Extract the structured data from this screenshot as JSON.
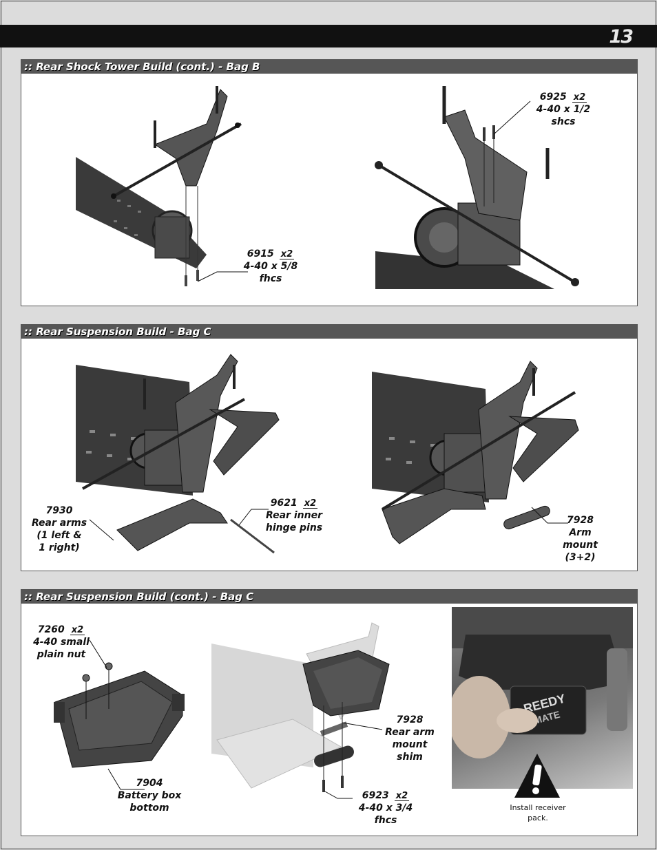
{
  "page_number": "13",
  "sections": [
    {
      "title": ":: Rear Shock Tower Build (cont.) - Bag B",
      "callouts": [
        {
          "part": "6915",
          "qty": "x2",
          "lines": [
            "4-40 x 5/8",
            "fhcs"
          ]
        },
        {
          "part": "6925",
          "qty": "x2",
          "lines": [
            "4-40 x 1/2",
            "shcs"
          ]
        }
      ]
    },
    {
      "title": ":: Rear Suspension Build - Bag C",
      "callouts": [
        {
          "part": "7930",
          "qty": "",
          "lines": [
            "Rear arms",
            "(1 left &",
            "1 right)"
          ]
        },
        {
          "part": "9621",
          "qty": "x2",
          "lines": [
            "Rear inner",
            "hinge pins"
          ]
        },
        {
          "part": "7928",
          "qty": "",
          "lines": [
            "Arm",
            "mount",
            "(3+2)"
          ]
        }
      ]
    },
    {
      "title": ":: Rear Suspension Build (cont.) - Bag C",
      "callouts": [
        {
          "part": "7260",
          "qty": "x2",
          "lines": [
            "4-40 small",
            "plain nut"
          ]
        },
        {
          "part": "7904",
          "qty": "",
          "lines": [
            "Battery box",
            "bottom"
          ]
        },
        {
          "part": "7928",
          "qty": "",
          "lines": [
            "Rear arm",
            "mount",
            "shim"
          ]
        },
        {
          "part": "6923",
          "qty": "x2",
          "lines": [
            "4-40 x 3/4",
            "fhcs"
          ]
        }
      ],
      "photo_caption": [
        "Install receiver",
        "pack."
      ],
      "photo_logo": [
        "REEDY",
        "MATE"
      ],
      "warning_icon": "exclamation-triangle-icon"
    }
  ]
}
